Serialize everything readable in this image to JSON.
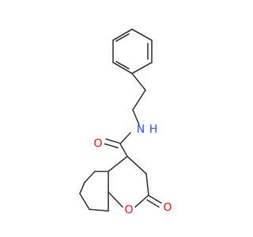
{
  "molecule": {
    "labels": {
      "n": "N",
      "h": "H",
      "o_amide": "O",
      "o_ring": "O",
      "o_ketone": "O"
    },
    "colors": {
      "bond": "#3a3a3a",
      "nitrogen": "#3050f8",
      "oxygen": "#ff0d0d"
    }
  }
}
